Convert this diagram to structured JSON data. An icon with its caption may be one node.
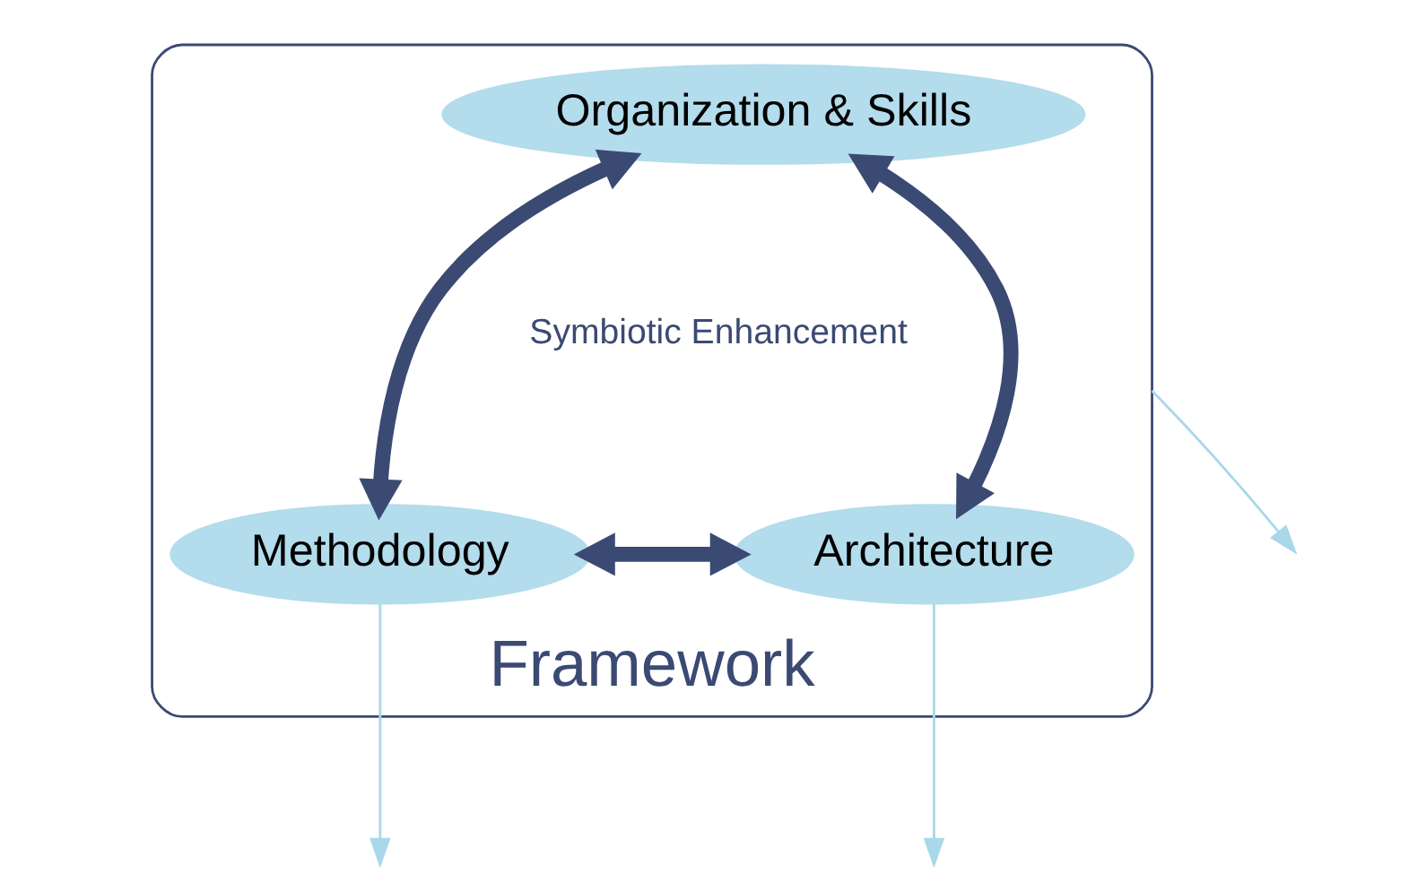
{
  "diagram": {
    "nodes": [
      {
        "text": [
          "Framework"
        ]
      },
      {
        "text": [
          "Organization & Skills"
        ],
        "in": 0
      },
      {
        "text": [
          "Methodology"
        ],
        "in": 0
      },
      {
        "text": [
          "Architecture"
        ],
        "in": 0
      }
    ],
    "edges": [
      {
        "from": 1,
        "to": 2,
        "arrow": "both",
        "style": "thick"
      },
      {
        "from": 1,
        "to": 3,
        "arrow": "both",
        "style": "thick"
      },
      {
        "from": 2,
        "to": 3,
        "arrow": "both",
        "style": "thick"
      },
      {
        "from": 2,
        "to": null,
        "arrow": "to",
        "color": "#a8d8ea"
      },
      {
        "from": 0,
        "to": null,
        "arrow": "to",
        "color": "#a8d8ea"
      },
      {
        "from": 3,
        "to": null,
        "arrow": "to",
        "color": "#a8d8ea"
      }
    ],
    "labels": [
      "Symbiotic Enhancement"
    ]
  }
}
